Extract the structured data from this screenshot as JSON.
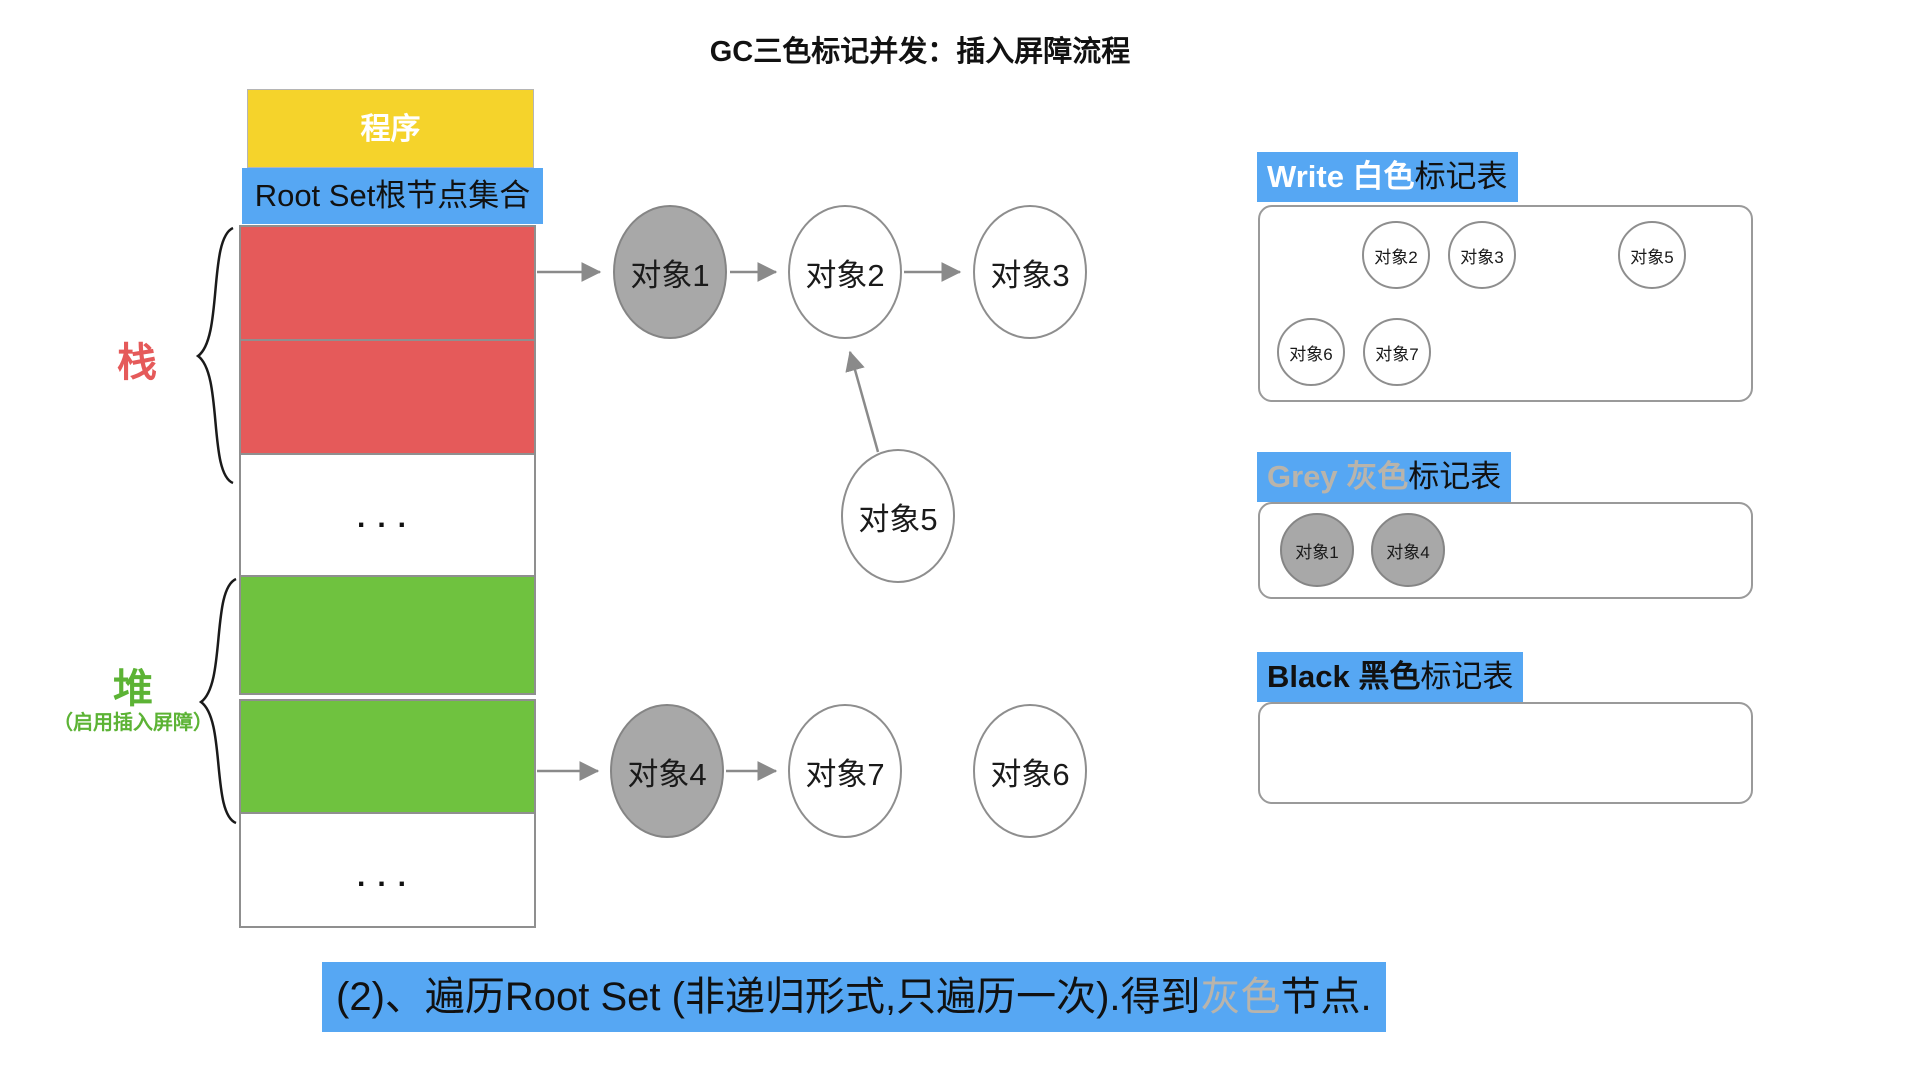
{
  "title": "GC三色标记并发：插入屏障流程",
  "memory": {
    "program_label": "程序",
    "root_set_label": "Root Set根节点集合",
    "stack_label": "栈",
    "heap_label": "堆",
    "heap_note": "（启用插入屏障）",
    "ellipsis": "..."
  },
  "nodes": {
    "n1": "对象1",
    "n2": "对象2",
    "n3": "对象3",
    "n4": "对象4",
    "n5": "对象5",
    "n6": "对象6",
    "n7": "对象7"
  },
  "mark_tables": {
    "white": {
      "title_strong": "Write 白色",
      "title_rest": "标记表",
      "items": [
        "对象2",
        "对象3",
        "对象5",
        "对象6",
        "对象7"
      ]
    },
    "grey": {
      "title_strong": "Grey 灰色",
      "title_rest": "标记表",
      "items": [
        "对象1",
        "对象4"
      ]
    },
    "black": {
      "title_strong": "Black 黑色",
      "title_rest": "标记表",
      "items": []
    }
  },
  "caption": {
    "part1": "(2)、遍历Root Set (非递归形式,只遍历一次).得到",
    "highlight": "灰色",
    "part2": "节点."
  },
  "colors": {
    "accent_blue": "#56a7f3",
    "program_yellow": "#f5d32b",
    "stack_red": "#e55a5a",
    "heap_green": "#6fc23f",
    "grey_node_fill": "#a8a8a8",
    "grey_text": "#b9b4ab"
  }
}
